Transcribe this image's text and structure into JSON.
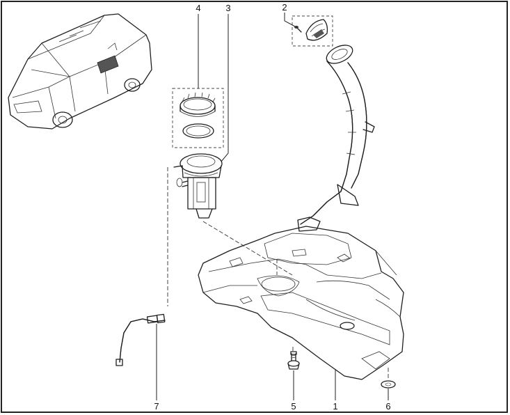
{
  "callouts": {
    "c1": "1",
    "c2": "2",
    "c3": "3",
    "c4": "4",
    "c5": "5",
    "c6": "6",
    "c7": "7"
  },
  "parts": {
    "vehicle_thumbnail": "van-icon",
    "fuel_tank": "fuel-tank-icon",
    "filler_cap": "filler-cap-icon",
    "pump_module": "fuel-pump-module-icon",
    "lock_ring": "lock-ring-icon",
    "seal_ring": "seal-ring-icon",
    "filler_neck": "filler-neck-icon",
    "bolt": "bolt-icon",
    "washer": "washer-icon",
    "pipe": "fuel-pipe-icon"
  },
  "colors": {
    "line": "#1e1e1e",
    "tank_fill": "#e9e9e9",
    "shade": "#bdbdbd"
  }
}
